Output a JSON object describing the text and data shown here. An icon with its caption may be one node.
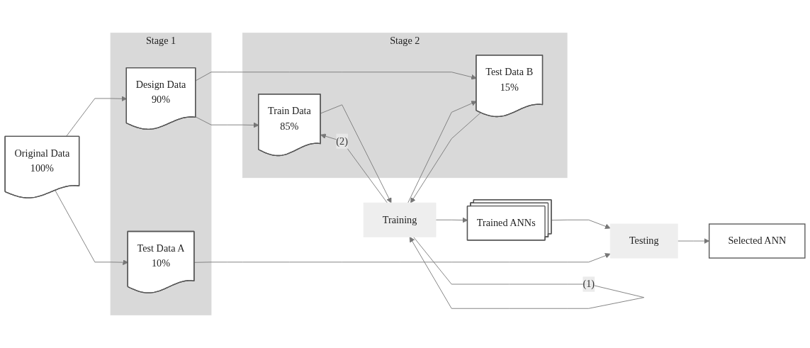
{
  "diagram": {
    "nodes": [
      {
        "text": [
          "Original Data",
          "100%"
        ]
      },
      {
        "text": [
          "Stage 1"
        ]
      },
      {
        "text": [
          "Design Data",
          "90%"
        ],
        "in": 1
      },
      {
        "text": [
          "Test Data A",
          "10%"
        ],
        "in": 1
      },
      {
        "text": [
          "Stage 2"
        ]
      },
      {
        "text": [
          "Train Data",
          "85%"
        ],
        "in": 4
      },
      {
        "text": [
          "Test Data B",
          "15%"
        ],
        "in": 4
      },
      {
        "text": [
          "Training"
        ]
      },
      {
        "text": [
          "Trained ANNs"
        ]
      },
      {
        "text": [
          "Testing"
        ]
      },
      {
        "text": [
          "Selected ANN"
        ]
      }
    ],
    "edges": [
      {
        "from": 0,
        "to": 2,
        "arrow": "to"
      },
      {
        "from": 0,
        "to": 3,
        "arrow": "to"
      },
      {
        "from": 2,
        "to": 5,
        "arrow": "to"
      },
      {
        "from": 2,
        "to": 6,
        "arrow": "to"
      },
      {
        "from": 5,
        "to": 7,
        "arrow": "to"
      },
      {
        "from": 6,
        "to": 7,
        "arrow": "to"
      },
      {
        "from": 7,
        "to": 8,
        "arrow": "to"
      },
      {
        "from": 7,
        "to": 7,
        "label": "(1)",
        "arrow": "to"
      },
      {
        "from": 7,
        "to": 5,
        "label": "(2)",
        "arrow": "to"
      },
      {
        "from": 7,
        "to": 6,
        "arrow": "to"
      },
      {
        "from": 8,
        "to": 9,
        "arrow": "to"
      },
      {
        "from": 3,
        "to": 9,
        "arrow": "to"
      },
      {
        "from": 9,
        "to": 10,
        "arrow": "to"
      }
    ]
  }
}
